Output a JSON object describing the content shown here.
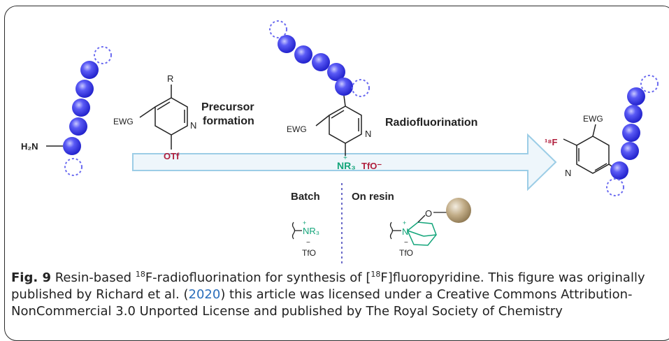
{
  "colors": {
    "bead": "#3a3ae8",
    "bead_dashed": "#6a6af0",
    "arrow_fill": "#eef6fb",
    "arrow_stroke": "#9ccde6",
    "label_red": "#b01e3c",
    "label_green": "#13a57a",
    "resin_bead": "#b8a27c",
    "link": "#2a6ebb"
  },
  "scheme": {
    "amine_label": "H₂N",
    "ewg": "EWG",
    "r_group": "R",
    "nitrogen": "N",
    "otf": "OTf",
    "precursor_line1": "Precursor",
    "precursor_line2": "formation",
    "radiofluorination": "Radiofluorination",
    "nr3": "NR₃",
    "tfo_counter": "TfO⁻",
    "plus": "+",
    "minus": "−",
    "batch": "Batch",
    "on_resin": "On resin",
    "batch_nr3": "NR₃",
    "tfo": "TfO",
    "o_atom": "O",
    "f18": "¹⁸F"
  },
  "caption": {
    "fig_label": "Fig. 9",
    "text_a": " Resin-based ",
    "sup1": "18",
    "text_b": "F-radiofluorination for synthesis of [",
    "sup2": "18",
    "text_c": "F]fluoropyridine. This figure was originally published by Richard et al. (",
    "year": "2020",
    "text_d": ") this article was licensed under a Creative Commons Attribution-NonCommercial 3.0 Unported License and published by The Royal Society of Chemistry"
  }
}
